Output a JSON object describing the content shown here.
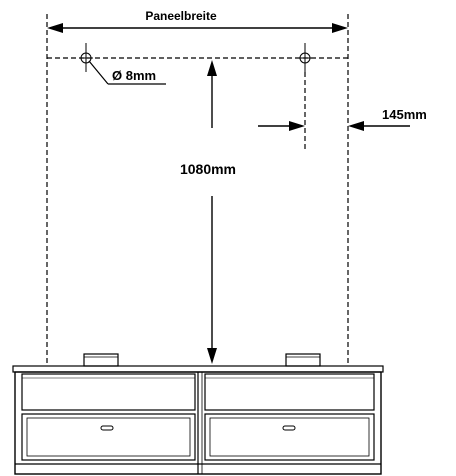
{
  "labels": {
    "panel_width": "Paneelbreite",
    "hole_diameter": "Ø 8mm",
    "edge_offset": "145mm",
    "height": "1080mm"
  },
  "colors": {
    "line": "#000000",
    "background": "#ffffff"
  }
}
